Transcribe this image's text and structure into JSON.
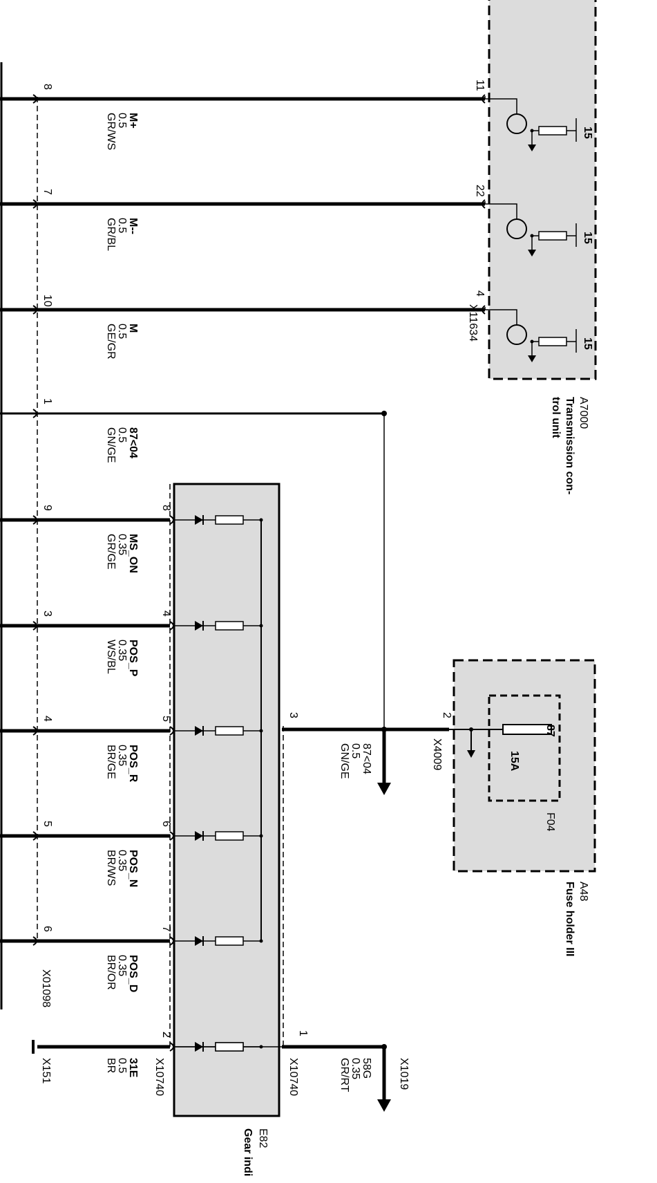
{
  "components": {
    "a7000": {
      "id": "A7000",
      "name": "Transmission con-",
      "name2": "trol unit",
      "connector": "X11634"
    },
    "a48": {
      "id": "A48",
      "name": "Fuse holder III",
      "connector": "X4009",
      "fuse_id": "F04",
      "fuse_rating": "15A",
      "fuse_terminal": "87",
      "out_pin": "2"
    },
    "e82": {
      "id": "E82",
      "name": "Gear indi",
      "connector_left": "X10740",
      "connector_right": "X10740"
    },
    "x01098": {
      "id": "X01098"
    },
    "x151": {
      "id": "X151"
    },
    "x1019": {
      "id": "X1019"
    }
  },
  "tcu_resistor_terminal": "15",
  "wires": [
    {
      "left_pin": "8",
      "signal": "M+",
      "gauge": "0.5",
      "color": "GR/WS",
      "tcu_pin": "11"
    },
    {
      "left_pin": "7",
      "signal": "M--",
      "gauge": "0.5",
      "color": "GR/BL",
      "tcu_pin": "22"
    },
    {
      "left_pin": "10",
      "signal": "M",
      "gauge": "0.5",
      "color": "GE/GR",
      "tcu_pin": "4"
    },
    {
      "left_pin": "1",
      "signal": "87<04",
      "gauge": "0.5",
      "color": "GN/GE"
    },
    {
      "left_pin": "9",
      "signal": "MS_ON",
      "gauge": "0.35",
      "color": "GR/GE",
      "e82_pin": "8"
    },
    {
      "left_pin": "3",
      "signal": "POS_P",
      "gauge": "0.35",
      "color": "WS/BL",
      "e82_pin": "4"
    },
    {
      "left_pin": "4",
      "signal": "POS_R",
      "gauge": "0.35",
      "color": "BR/GE",
      "e82_pin": "5"
    },
    {
      "left_pin": "5",
      "signal": "POS_N",
      "gauge": "0.35",
      "color": "BR/WS",
      "e82_pin": "6"
    },
    {
      "left_pin": "6",
      "signal": "POS_D",
      "gauge": "0.35",
      "color": "BR/OR",
      "e82_pin": "7"
    },
    {
      "signal": "31E",
      "gauge": "0.5",
      "color": "BR",
      "e82_pin": "2"
    }
  ],
  "supply": {
    "e82_pin": "3",
    "signal": "87<04",
    "gauge": "0.5",
    "color": "GN/GE"
  },
  "feed_58g": {
    "e82_pin": "1",
    "signal": "58G",
    "gauge": "0.35",
    "color": "GR/RT"
  }
}
